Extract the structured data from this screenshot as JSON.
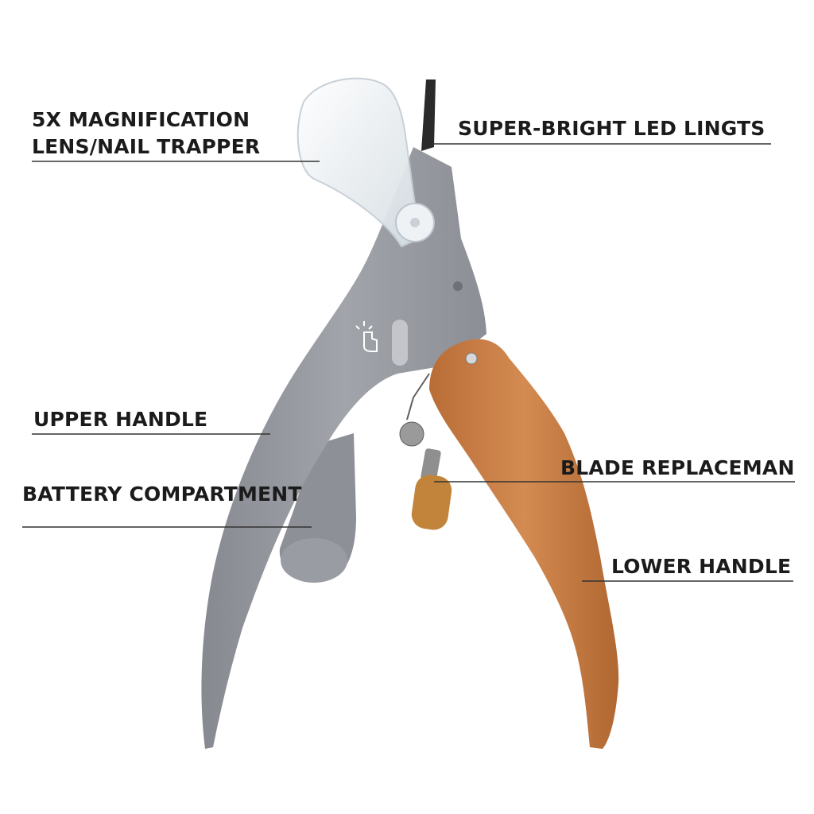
{
  "callouts": {
    "magnification": {
      "line1": "5X MAGNIFICATION",
      "line2": "LENS/NAIL TRAPPER"
    },
    "led": {
      "label": "SUPER-BRIGHT LED LINGTS"
    },
    "upper_handle": {
      "label": "UPPER HANDLE"
    },
    "battery": {
      "label": "BATTERY COMPARTMENT"
    },
    "blade": {
      "label": "BLADE REPLACEMAN"
    },
    "lower_handle": {
      "label": "LOWER HANDLE"
    }
  },
  "colors": {
    "upper_handle": "#9a9ca3",
    "upper_handle_shade": "#82848b",
    "lower_handle": "#c97f48",
    "lower_handle_shade": "#a8642f",
    "lens": "#e6eef3",
    "leader_line": "#333333"
  },
  "icons": [
    "led-button-icon",
    "hand-icon"
  ]
}
